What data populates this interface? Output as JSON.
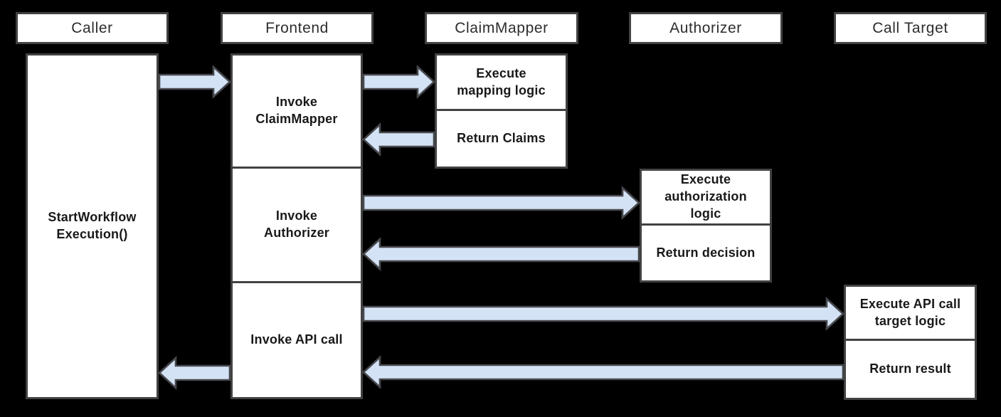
{
  "colors": {
    "background": "#000000",
    "box_fill": "#ffffff",
    "box_border": "#424242",
    "arrow_fill": "#d3e2f5",
    "arrow_border": "#47484c",
    "header_text": "#2d2d2d",
    "task_text": "#191919"
  },
  "participants": {
    "caller": {
      "label": "Caller"
    },
    "frontend": {
      "label": "Frontend"
    },
    "claim_mapper": {
      "label": "ClaimMapper"
    },
    "authorizer": {
      "label": "Authorizer"
    },
    "call_target": {
      "label": "Call Target"
    }
  },
  "caller": {
    "activation_label": "StartWorkflow\nExecution()"
  },
  "frontend": {
    "steps": {
      "invoke_claim_mapper": "Invoke\nClaimMapper",
      "invoke_authorizer": "Invoke\nAuthorizer",
      "invoke_api_call": "Invoke API call"
    }
  },
  "claim_mapper": {
    "steps": {
      "execute": "Execute\nmapping logic",
      "return": "Return Claims"
    }
  },
  "authorizer": {
    "steps": {
      "execute": "Execute\nauthorization\nlogic",
      "return": "Return decision"
    }
  },
  "call_target": {
    "steps": {
      "execute": "Execute API call\ntarget logic",
      "return": "Return result"
    }
  },
  "arrows": [
    {
      "from": "Caller",
      "to": "Frontend",
      "direction": "right"
    },
    {
      "from": "Frontend",
      "to": "ClaimMapper",
      "direction": "right"
    },
    {
      "from": "ClaimMapper",
      "to": "Frontend",
      "direction": "left"
    },
    {
      "from": "Frontend",
      "to": "Authorizer",
      "direction": "right"
    },
    {
      "from": "Authorizer",
      "to": "Frontend",
      "direction": "left"
    },
    {
      "from": "Frontend",
      "to": "Call Target",
      "direction": "right"
    },
    {
      "from": "Call Target",
      "to": "Frontend",
      "direction": "left"
    },
    {
      "from": "Frontend",
      "to": "Caller",
      "direction": "left"
    }
  ]
}
